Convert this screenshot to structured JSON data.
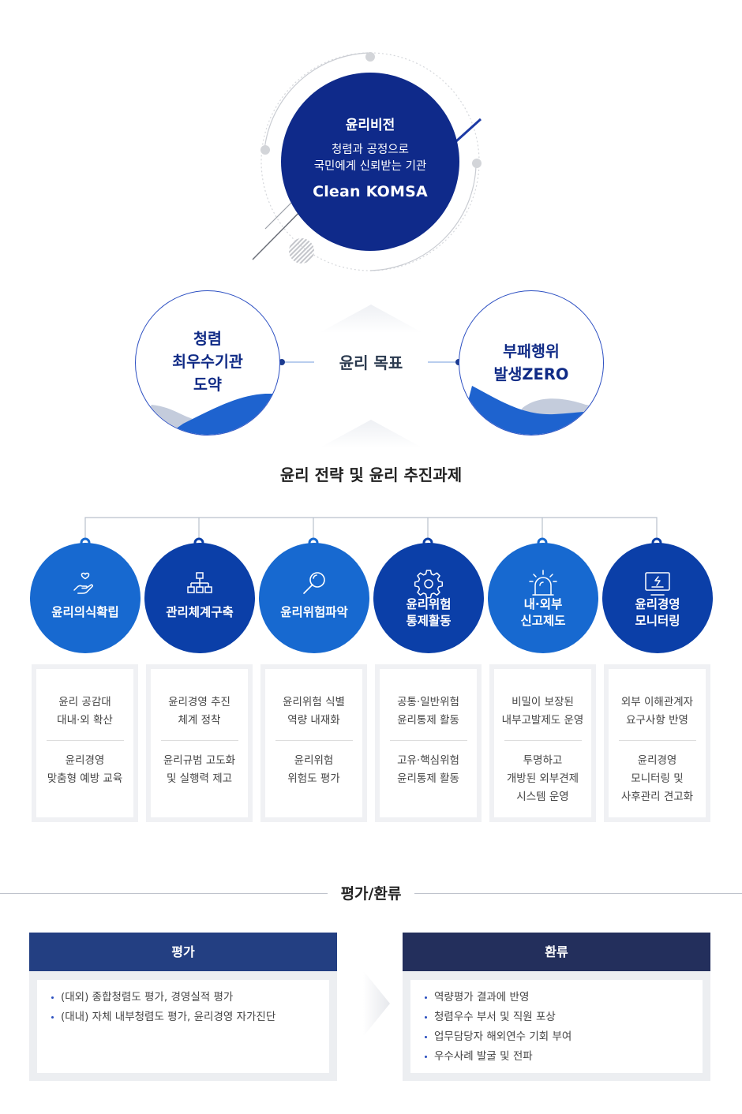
{
  "vision": {
    "title": "윤리비전",
    "slogan_line1": "청렴과 공정으로",
    "slogan_line2": "국민에게 신뢰받는 기관",
    "brand": "Clean KOMSA"
  },
  "goals": {
    "center_label": "윤리 목표",
    "left_lines": [
      "청렴",
      "최우수기관",
      "도약"
    ],
    "right_lines": [
      "부패행위",
      "발생ZERO"
    ]
  },
  "strategy_title": "윤리 전략 및 윤리 추진과제",
  "colors": {
    "navy": "#0f2a8a",
    "blue": "#1769d0",
    "deep_blue": "#0b3fa8",
    "card_bg": "#f0f1f4",
    "eval_head": "#233f82",
    "return_head": "#232f5c"
  },
  "tasks": [
    {
      "icon": "heart-hand-icon",
      "title_lines": [
        "윤리의식확립"
      ],
      "items": [
        [
          "윤리 공감대",
          "대내·외 확산"
        ],
        [
          "윤리경영",
          "맞춤형 예방 교육"
        ]
      ]
    },
    {
      "icon": "org-chart-icon",
      "title_lines": [
        "관리체계구축"
      ],
      "items": [
        [
          "윤리경영 추진",
          "체계 정착"
        ],
        [
          "윤리규범 고도화",
          "및 실행력 제고"
        ]
      ]
    },
    {
      "icon": "magnifier-icon",
      "title_lines": [
        "윤리위험파악"
      ],
      "items": [
        [
          "윤리위험 식별",
          "역량 내재화"
        ],
        [
          "윤리위험",
          "위험도 평가"
        ]
      ]
    },
    {
      "icon": "gear-icon",
      "title_lines": [
        "윤리위험",
        "통제활동"
      ],
      "items": [
        [
          "공통·일반위험",
          "윤리통제 활동"
        ],
        [
          "고유·핵심위험",
          "윤리통제 활동"
        ]
      ]
    },
    {
      "icon": "alarm-icon",
      "title_lines": [
        "내·외부",
        "신고제도"
      ],
      "items": [
        [
          "비밀이 보장된",
          "내부고발제도 운영"
        ],
        [
          "투명하고",
          "개방된 외부견제",
          "시스템 운영"
        ]
      ]
    },
    {
      "icon": "monitor-icon",
      "title_lines": [
        "윤리경영",
        "모니터링"
      ],
      "items": [
        [
          "외부 이해관계자",
          "요구사항 반영"
        ],
        [
          "윤리경영",
          "모니터링 및",
          "사후관리 견고화"
        ]
      ]
    }
  ],
  "evaluation": {
    "section_title": "평가/환류",
    "left_title": "평가",
    "left_items": [
      "(대외) 종합청렴도 평가, 경영실적 평가",
      "(대내) 자체 내부청렴도 평가, 윤리경영 자가진단"
    ],
    "right_title": "환류",
    "right_items": [
      "역량평가 결과에 반영",
      "청렴우수 부서 및 직원 포상",
      "업무담당자 해외연수 기회 부여",
      "우수사례 발굴 및 전파"
    ]
  }
}
